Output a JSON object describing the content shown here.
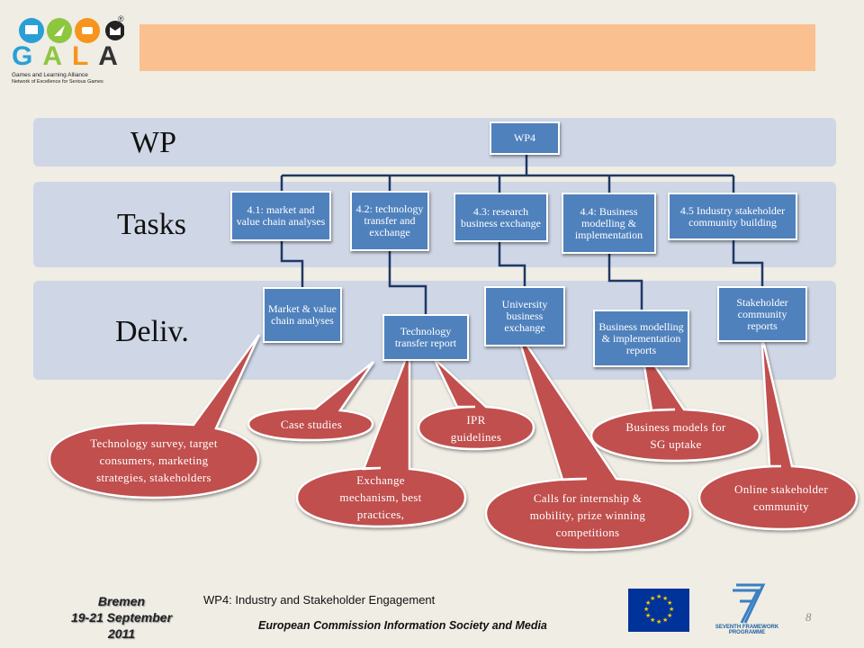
{
  "logo": {
    "letters": [
      "G",
      "A",
      "L",
      "A"
    ],
    "name": "Games and Learning Alliance",
    "tagline": "Network of Excellence for Serious Games",
    "registered": "®"
  },
  "bands": {
    "wp": "WP",
    "tasks": "Tasks",
    "deliv": "Deliv."
  },
  "root": "WP4",
  "tasks": [
    "4.1: market and value chain analyses",
    "4.2: technology transfer and exchange",
    "4.3: research business exchange",
    "4.4: Business modelling & implementation",
    "4.5 Industry stakeholder community building"
  ],
  "deliverables": [
    "Market & value chain analyses",
    "Technology transfer report",
    "University business exchange",
    "Business modelling & implementation reports",
    "Stakeholder community reports"
  ],
  "callouts": [
    "Technology survey, target consumers, marketing strategies, stakeholders",
    "Case studies",
    "Exchange mechanism, best practices,",
    "IPR guidelines",
    "Calls for internship & mobility, prize winning competitions",
    "Business models for SG uptake",
    "Online stakeholder community"
  ],
  "footer": {
    "city": "Bremen",
    "dates": "19-21 September",
    "year": "2011",
    "title": "WP4: Industry and Stakeholder Engagement",
    "org": "European Commission Information Society and Media",
    "page": "8",
    "fp7": "SEVENTH FRAMEWORK PROGRAMME"
  },
  "colors": {
    "node": "#4f81bd",
    "callout": "#c0504d",
    "band": "#cfd6e6",
    "header_bar": "#fac090",
    "connector": "#1f3864"
  }
}
